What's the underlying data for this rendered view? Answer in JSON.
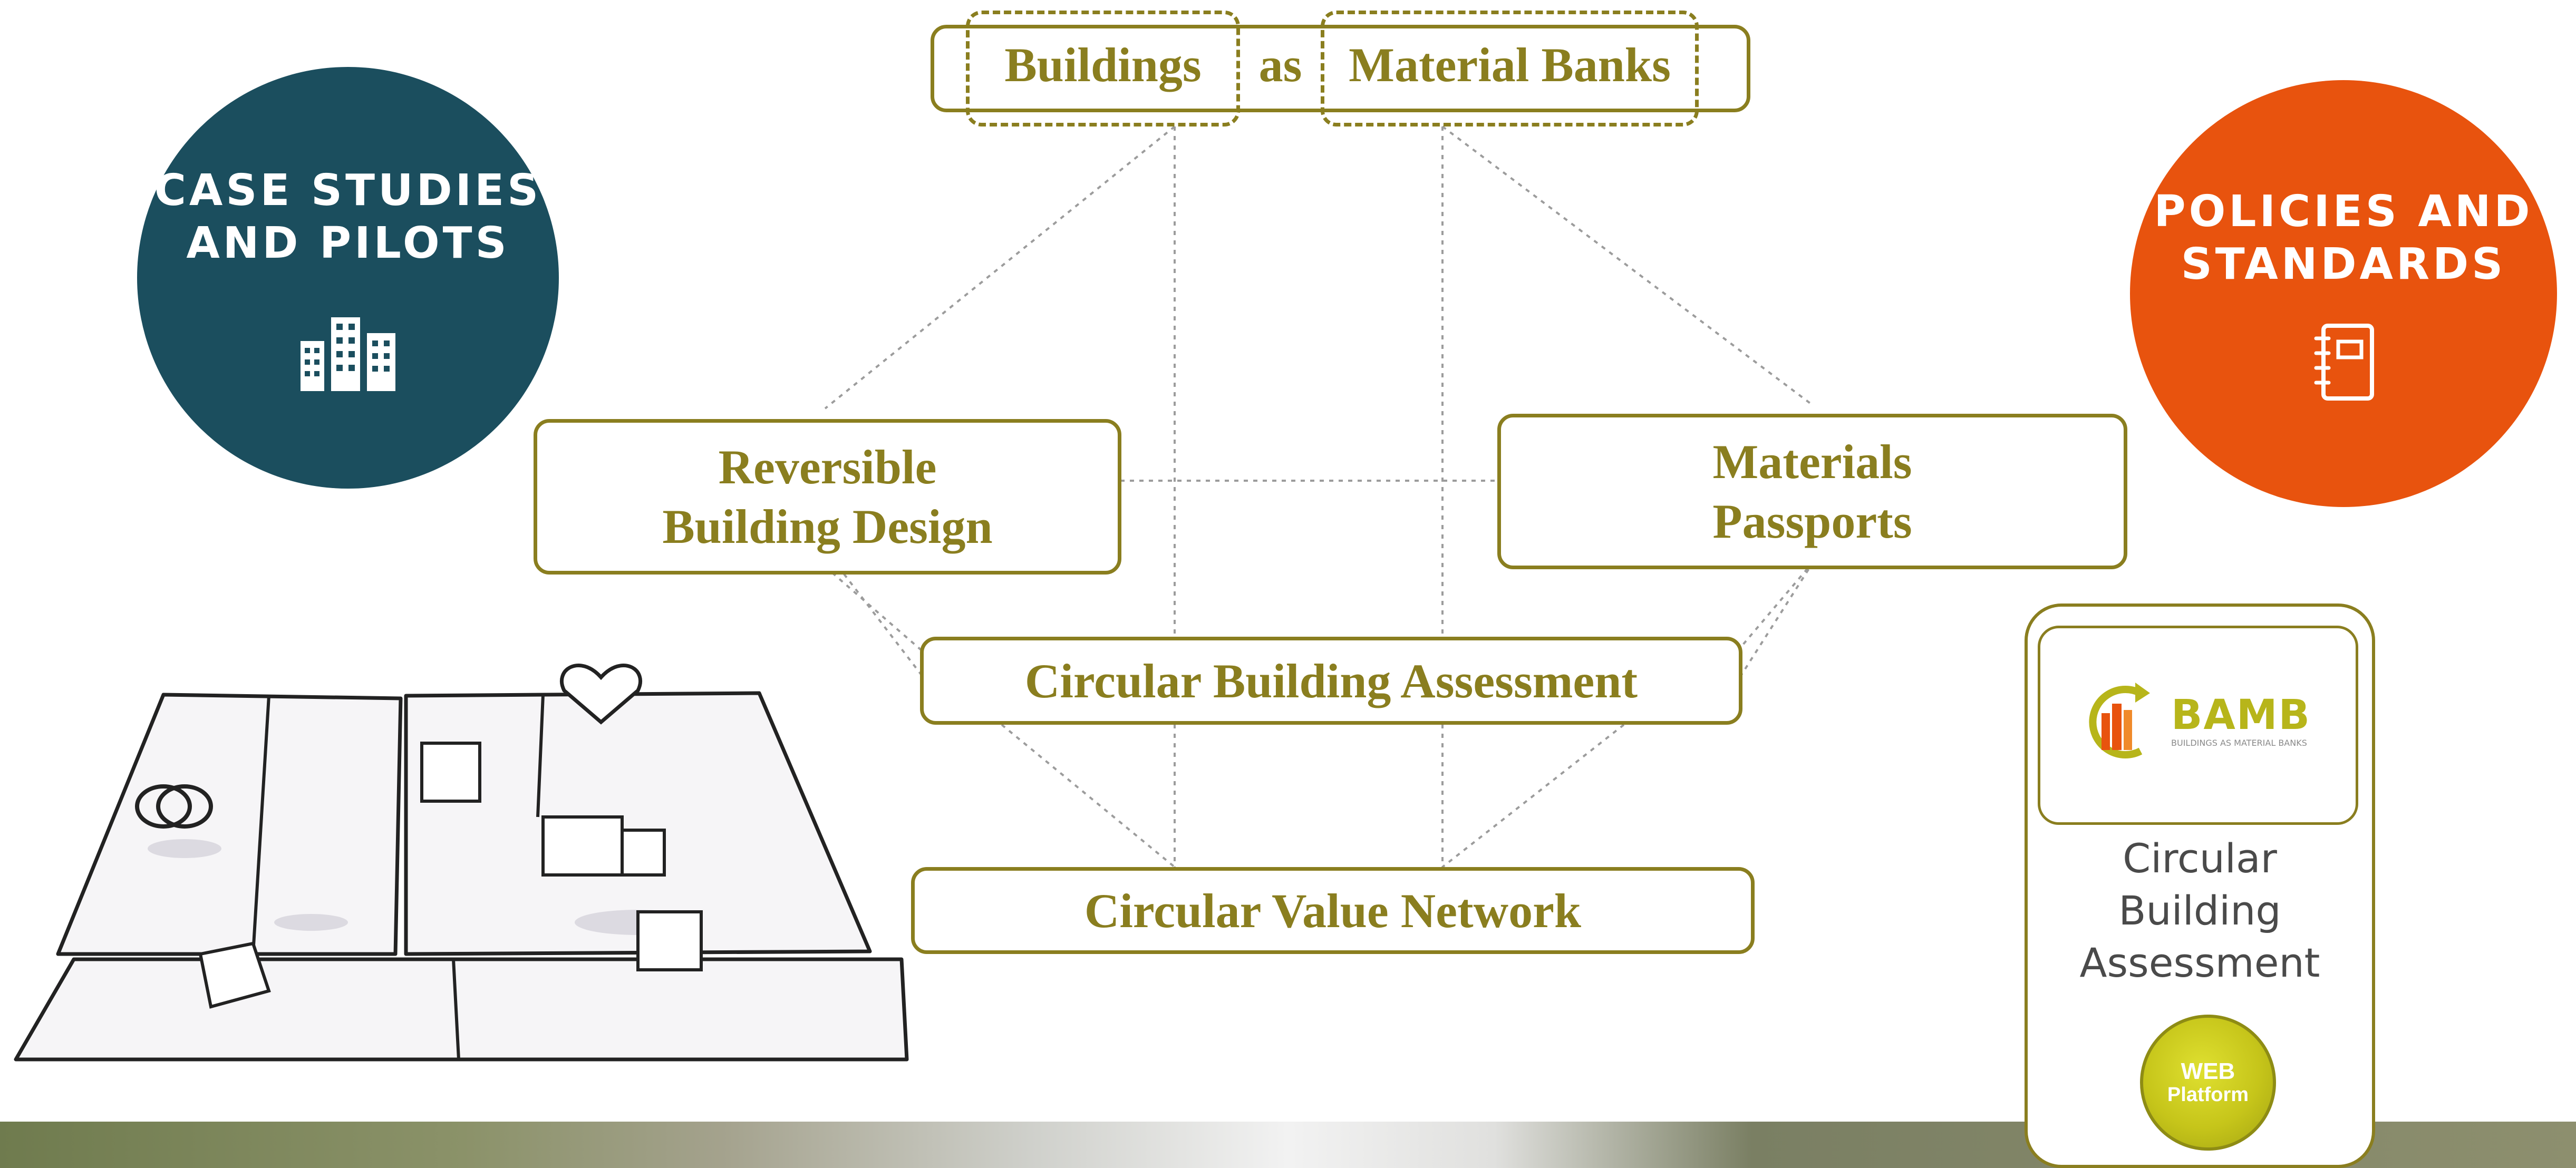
{
  "diagram": {
    "top": {
      "buildings": "Buildings",
      "as": "as",
      "material_banks": "Material Banks"
    },
    "reversible": [
      "Reversible",
      "Building Design"
    ],
    "passports": [
      "Materials",
      "Passports"
    ],
    "assessment": "Circular Building Assessment",
    "value_network": "Circular Value Network"
  },
  "left_circle": {
    "lines": [
      "CASE STUDIES",
      "AND PILOTS"
    ],
    "icon": "city-buildings-icon",
    "color": "#1b4e5e"
  },
  "right_circle": {
    "lines": [
      "POLICIES AND",
      "STANDARDS"
    ],
    "icon": "notebook-icon",
    "color": "#e8530e"
  },
  "bamb_card": {
    "logo_text": "BAMB",
    "logo_subtitle": "BUILDINGS AS MATERIAL BANKS",
    "label_lines": [
      "Circular",
      "Building",
      "Assessment"
    ],
    "button_lines": [
      "WEB",
      "Platform"
    ]
  },
  "colors": {
    "olive": "#8a7e1f",
    "teal": "#1b4e5e",
    "orange": "#e8530e",
    "bamb_yellow": "#c6c51a"
  }
}
